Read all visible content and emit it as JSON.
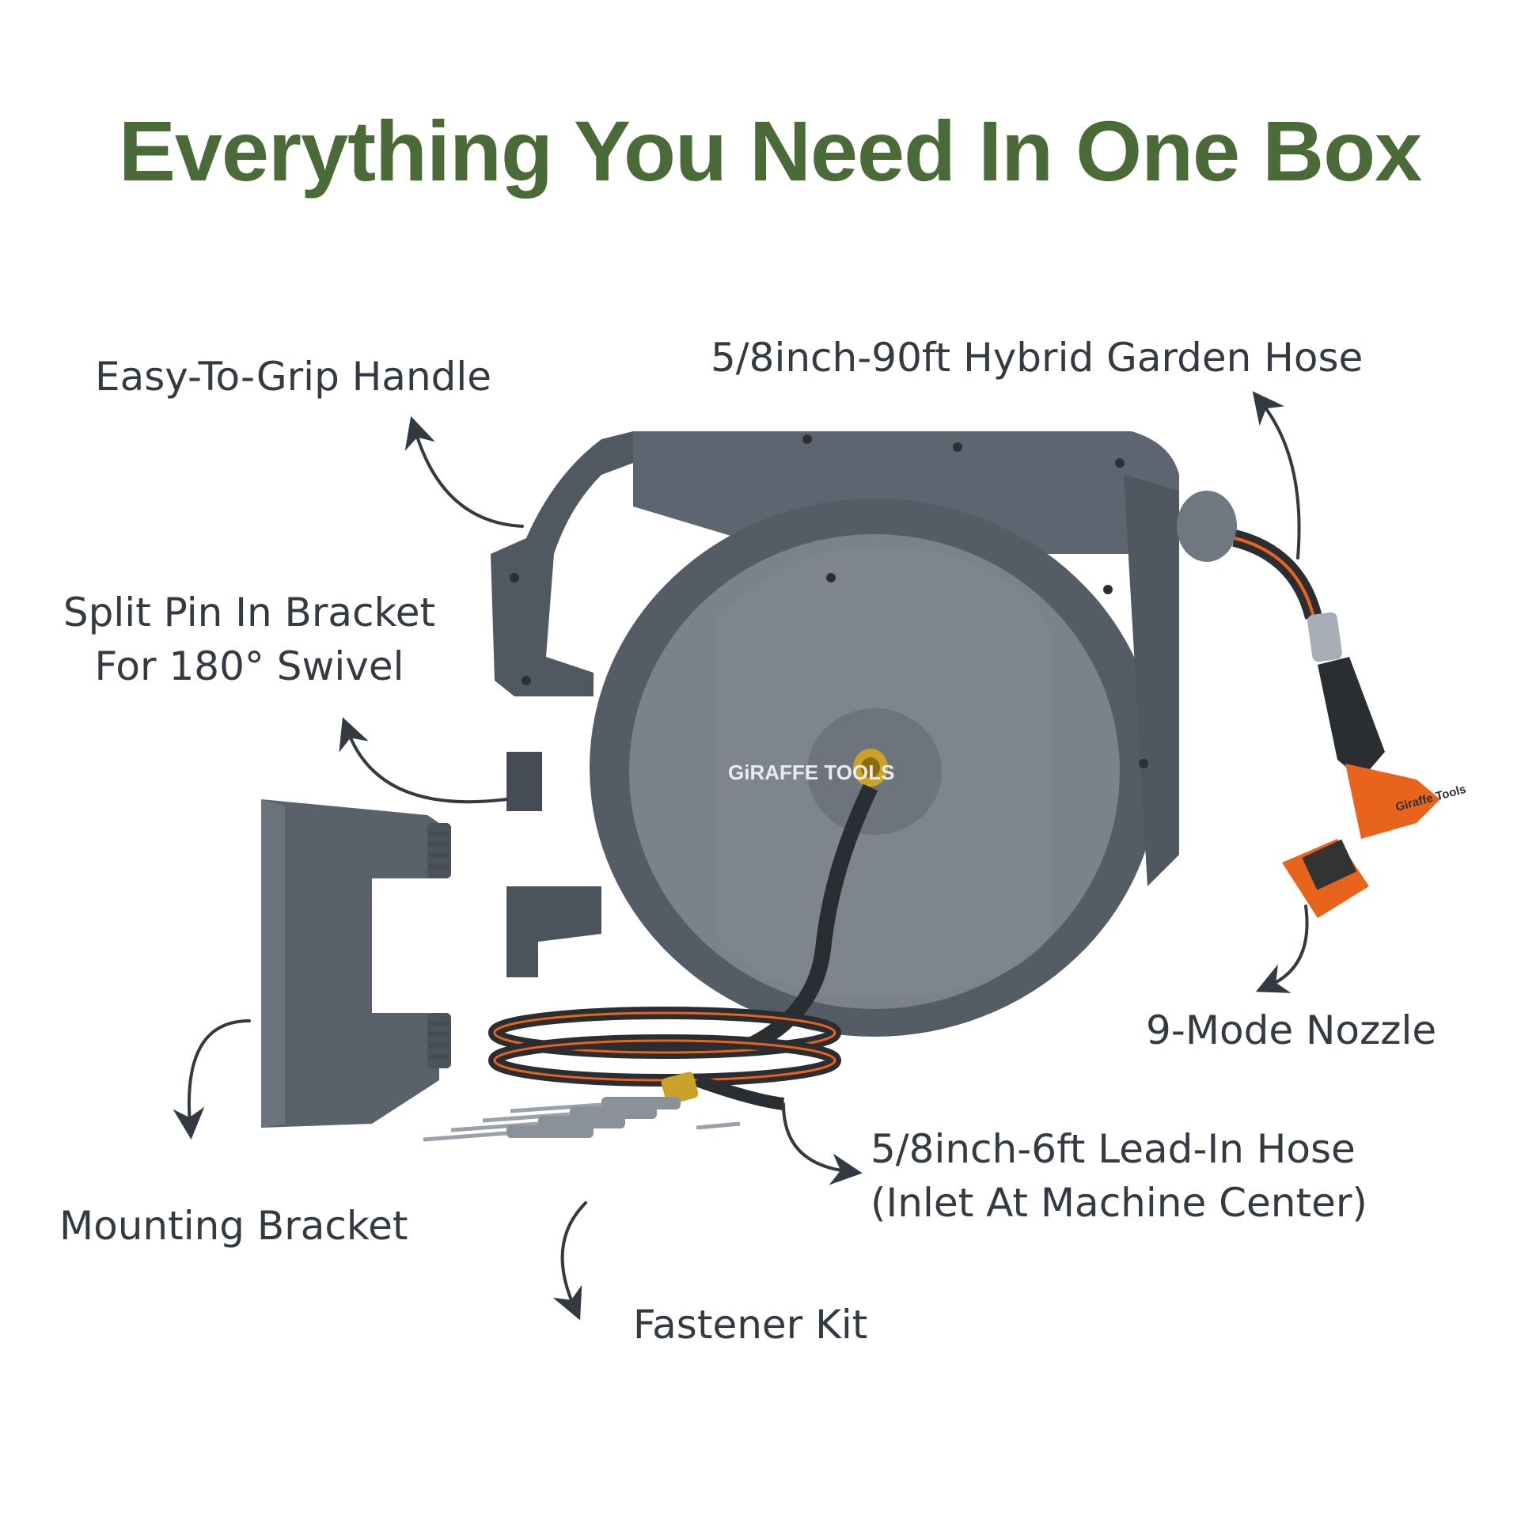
{
  "title": "Everything You Need In One Box",
  "brand_mark": "GiRAFFE TOOLS",
  "nozzle_brand": "Giraffe Tools",
  "labels": {
    "handle": "Easy-To-Grip Handle",
    "garden_hose": "5/8inch-90ft Hybrid Garden Hose",
    "split_pin_line1": "Split Pin In Bracket",
    "split_pin_line2": "For 180° Swivel",
    "nozzle": "9-Mode Nozzle",
    "lead_in_line1": "5/8inch-6ft Lead-In Hose",
    "lead_in_line2": "(Inlet At Machine Center)",
    "bracket": "Mounting Bracket",
    "fastener": "Fastener Kit"
  },
  "colors": {
    "title_green": "#4a6b37",
    "reel_gray": "#5c6570",
    "reel_dark": "#4b535d",
    "drum_gray": "#7b828c",
    "hose_black": "#2a2d31",
    "hose_orange": "#e8641c",
    "brass": "#c9a227",
    "arrow": "#333a42"
  }
}
